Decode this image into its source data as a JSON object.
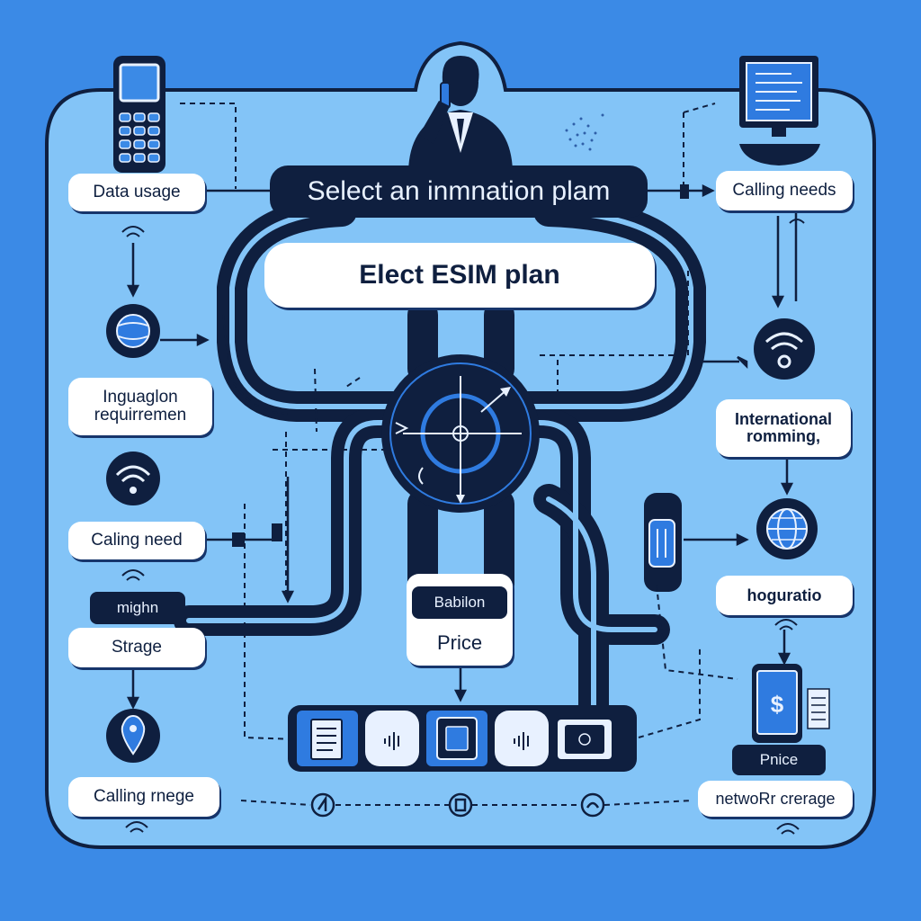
{
  "diagram": {
    "colors": {
      "background": "#3b8ae6",
      "panel": "#83c4f7",
      "navy": "#0f1f3f",
      "accent": "#2f7be0",
      "label_bg": "#ffffff"
    },
    "header": {
      "title": "Select an inmnation plam",
      "subtitle": "Elect ESIM  plan"
    },
    "left_labels": {
      "data_usage": "Data usage",
      "integration_requirements": "Inguaglon requirremen",
      "calling_need": "Caling need",
      "might": "mighn",
      "storage": "Strage",
      "calling_range": "Calling rnege"
    },
    "right_labels": {
      "calling_needs": "Calling needs",
      "international_roaming": "International romming,",
      "holographic": "hoguratio",
      "price": "Pnice",
      "network_coverage": "netwoRr crerage"
    },
    "center_labels": {
      "badge": "Babilon",
      "price": "Price"
    },
    "icons": [
      "feature-phone-icon",
      "desktop-monitor-icon",
      "person-on-phone-icon",
      "globe-icon",
      "wifi-icon",
      "location-pin-icon",
      "compass-icon",
      "smartphone-dollar-icon",
      "receipt-icon",
      "sim-card-icon",
      "sound-wave-icon"
    ]
  }
}
